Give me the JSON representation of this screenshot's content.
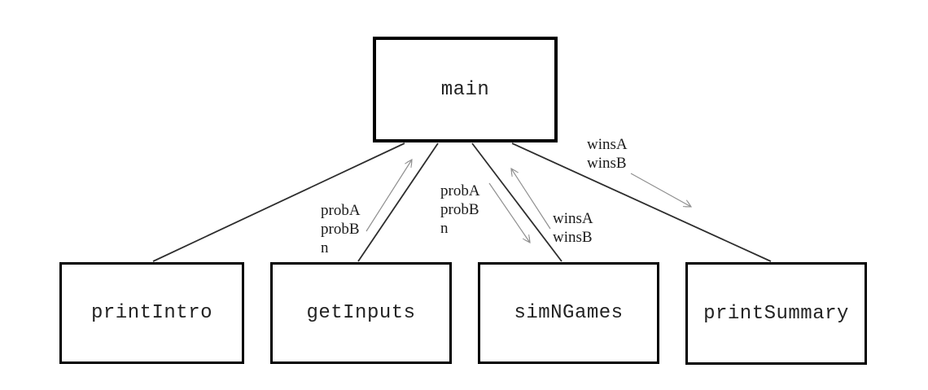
{
  "diagram": {
    "type": "structure-chart",
    "nodes": [
      {
        "id": "main",
        "label": "main"
      },
      {
        "id": "printIntro",
        "label": "printIntro"
      },
      {
        "id": "getInputs",
        "label": "getInputs"
      },
      {
        "id": "simNGames",
        "label": "simNGames"
      },
      {
        "id": "printSummary",
        "label": "printSummary"
      }
    ],
    "calls": [
      {
        "from": "main",
        "to": "printIntro"
      },
      {
        "from": "main",
        "to": "getInputs"
      },
      {
        "from": "main",
        "to": "simNGames"
      },
      {
        "from": "main",
        "to": "printSummary"
      }
    ],
    "data_flows": [
      {
        "from": "getInputs",
        "to": "main",
        "direction": "return",
        "params": [
          "probA",
          "probB",
          "n"
        ]
      },
      {
        "from": "main",
        "to": "simNGames",
        "direction": "pass",
        "params": [
          "probA",
          "probB",
          "n"
        ]
      },
      {
        "from": "simNGames",
        "to": "main",
        "direction": "return",
        "params": [
          "winsA",
          "winsB"
        ]
      },
      {
        "from": "main",
        "to": "printSummary",
        "direction": "pass",
        "params": [
          "winsA",
          "winsB"
        ]
      }
    ],
    "colors": {
      "background": "#ffffff",
      "box_border": "#000000",
      "call_line": "#2d2d2d",
      "flow_arrow": "#8f8f8f",
      "text": "#1b1b1b"
    }
  }
}
